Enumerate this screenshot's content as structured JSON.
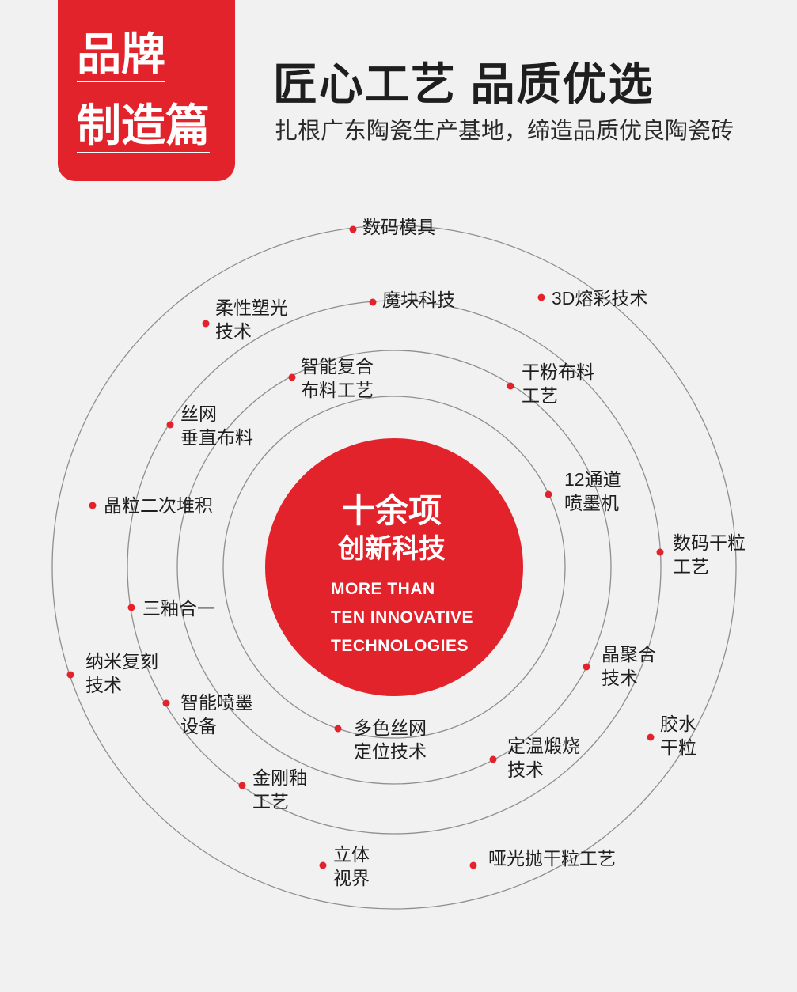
{
  "badge": {
    "line1": "品牌",
    "line2": "制造篇"
  },
  "header": {
    "title": "匠心工艺  品质优选",
    "subtitle": "扎根广东陶瓷生产基地，缔造品质优良陶瓷砖"
  },
  "center": {
    "cn_line1": "十余项",
    "cn_line2": "创新科技",
    "en_line1": "MORE THAN",
    "en_line2": "TEN INNOVATIVE",
    "en_line3": "TECHNOLOGIES"
  },
  "colors": {
    "accent": "#e3232b",
    "ring": "#8f8f8f",
    "background": "#f1f1f1"
  },
  "nodes": [
    {
      "line1": "数码模具",
      "line2": ""
    },
    {
      "line1": "3D熔彩技术",
      "line2": ""
    },
    {
      "line1": "魔块科技",
      "line2": ""
    },
    {
      "line1": "柔性塑光",
      "line2": "技术"
    },
    {
      "line1": "智能复合",
      "line2": "布料工艺"
    },
    {
      "line1": "干粉布料",
      "line2": "工艺"
    },
    {
      "line1": "丝网",
      "line2": "垂直布料"
    },
    {
      "line1": "12通道",
      "line2": "喷墨机"
    },
    {
      "line1": "晶粒二次堆积",
      "line2": ""
    },
    {
      "line1": "数码干粒",
      "line2": "工艺"
    },
    {
      "line1": "三釉合一",
      "line2": ""
    },
    {
      "line1": "晶聚合",
      "line2": "技术"
    },
    {
      "line1": "纳米复刻",
      "line2": "技术"
    },
    {
      "line1": "智能喷墨",
      "line2": "设备"
    },
    {
      "line1": "多色丝网",
      "line2": "定位技术"
    },
    {
      "line1": "胶水",
      "line2": "干粒"
    },
    {
      "line1": "定温煅烧",
      "line2": "技术"
    },
    {
      "line1": "金刚釉",
      "line2": "工艺"
    },
    {
      "line1": "立体",
      "line2": "视界"
    },
    {
      "line1": "哑光抛干粒工艺",
      "line2": ""
    }
  ]
}
